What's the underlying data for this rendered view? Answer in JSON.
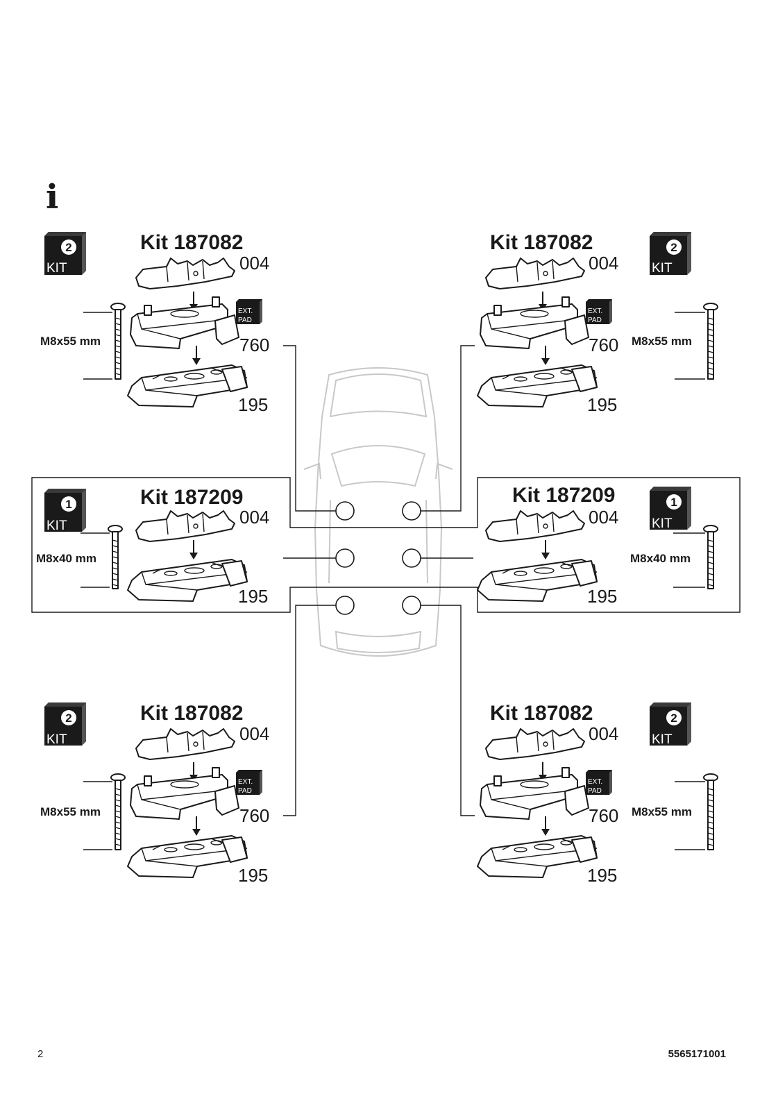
{
  "info_symbol": "i",
  "page_number": "2",
  "document_number": "5565171001",
  "kit_badge_word": "KIT",
  "ext_pad": {
    "line1": "EXT.",
    "line2": "PAD"
  },
  "kits": [
    {
      "id": "top-left",
      "title": "Kit 187082",
      "badge_number": "2",
      "bolt": "M8x55 mm",
      "parts": [
        "004",
        "760",
        "195"
      ],
      "has_pad": true
    },
    {
      "id": "top-right",
      "title": "Kit 187082",
      "badge_number": "2",
      "bolt": "M8x55 mm",
      "parts": [
        "004",
        "760",
        "195"
      ],
      "has_pad": true
    },
    {
      "id": "middle-left",
      "title": "Kit 187209",
      "badge_number": "1",
      "bolt": "M8x40 mm",
      "parts": [
        "004",
        "195"
      ],
      "has_pad": false
    },
    {
      "id": "middle-right",
      "title": "Kit 187209",
      "badge_number": "1",
      "bolt": "M8x40 mm",
      "parts": [
        "004",
        "195"
      ],
      "has_pad": false
    },
    {
      "id": "bottom-left",
      "title": "Kit 187082",
      "badge_number": "2",
      "bolt": "M8x55 mm",
      "parts": [
        "004",
        "760",
        "195"
      ],
      "has_pad": true
    },
    {
      "id": "bottom-right",
      "title": "Kit 187082",
      "badge_number": "2",
      "bolt": "M8x55 mm",
      "parts": [
        "004",
        "760",
        "195"
      ],
      "has_pad": true
    }
  ],
  "colors": {
    "ink": "#1a1a1a",
    "car_outline": "#c8c8c8",
    "background": "#ffffff"
  }
}
